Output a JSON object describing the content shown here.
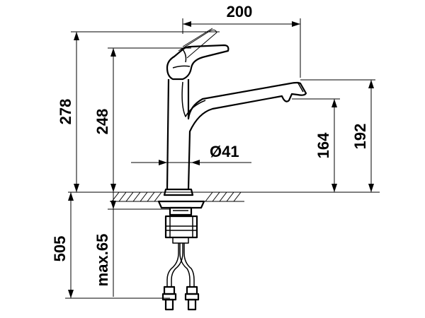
{
  "dimensions": {
    "spout_reach": "200",
    "total_height": "278",
    "lever_height": "248",
    "spout_outlet_height": "164",
    "spout_top_height": "192",
    "body_diameter": "Ø41",
    "hose_length": "505",
    "max_deck_thickness": "max.65"
  },
  "colors": {
    "line": "#000000",
    "background": "#ffffff"
  }
}
